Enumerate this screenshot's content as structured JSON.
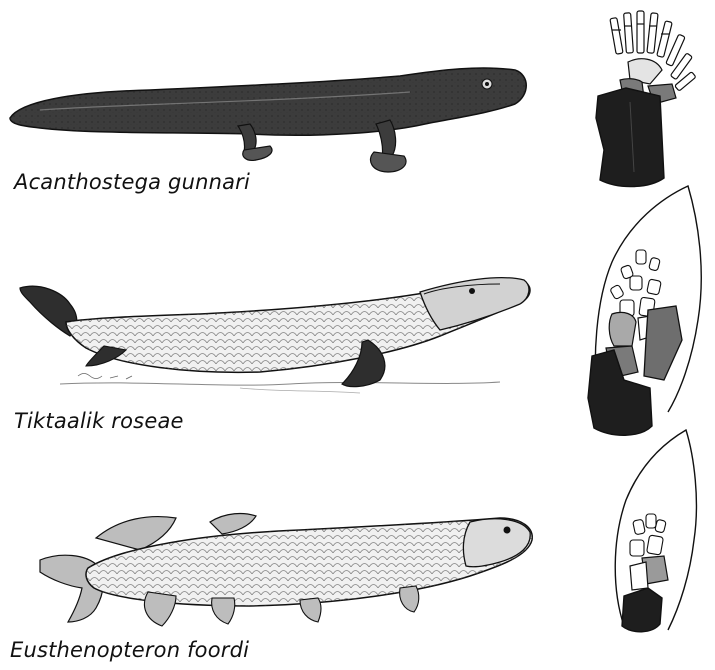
{
  "species": [
    {
      "name": "Acanthostega gunnari"
    },
    {
      "name": "Tiktaalik roseae"
    },
    {
      "name": "Eusthenopteron foordi"
    }
  ],
  "colors": {
    "background": "#ffffff",
    "ink": "#111111",
    "bone_dark": "#1e1e1e",
    "bone_mid": "#7a7a7a",
    "bone_light": "#d8d8d8",
    "body_dark": "#3c3c3c",
    "body_light": "#e6e6e6"
  }
}
